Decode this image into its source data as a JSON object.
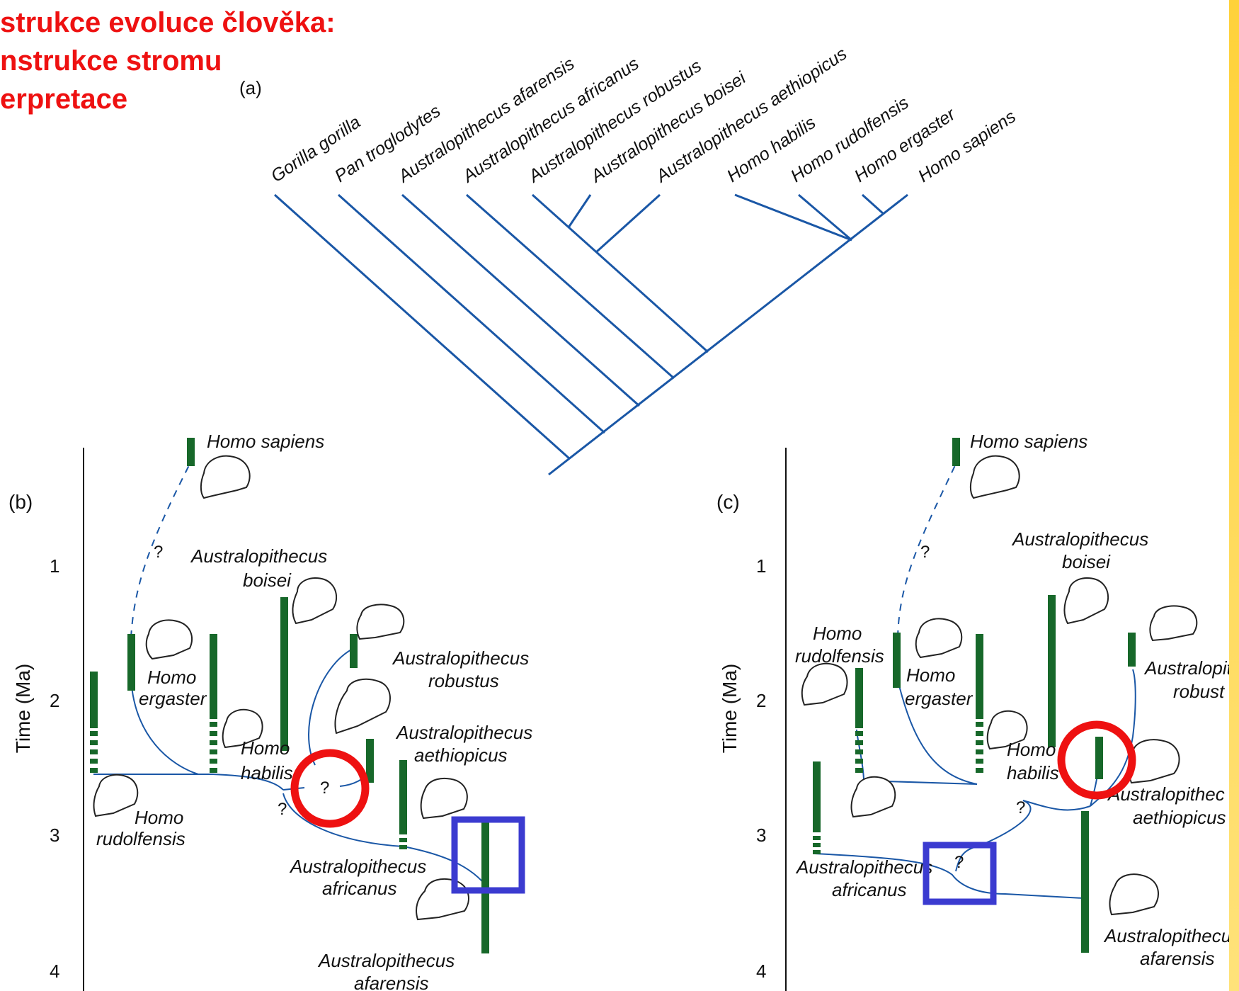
{
  "slide": {
    "title_lines": [
      "strukce evoluce člověka:",
      "nstrukce stromu",
      "erpretace"
    ],
    "colors": {
      "title": "#ee1111",
      "tree": "#1a57a6",
      "lineage": "#17682a",
      "highlight_circle": "#ee1111",
      "highlight_box": "#3b3bd0"
    }
  },
  "panel_a": {
    "label": "(a)",
    "taxa": [
      "Gorilla gorilla",
      "Pan troglodytes",
      "Australopithecus afarensis",
      "Australopithecus africanus",
      "Australopithecus robustus",
      "Australopithecus boisei",
      "Australopithecus aethiopicus",
      "Homo habilis",
      "Homo rudolfensis",
      "Homo ergaster",
      "Homo sapiens"
    ]
  },
  "panel_b": {
    "label": "(b)",
    "y_axis_label": "Time (Ma)",
    "ticks": [
      "1",
      "2",
      "3",
      "4"
    ],
    "species": {
      "homo_sapiens": "Homo sapiens",
      "boisei_1": "Australopithecus",
      "boisei_2": "boisei",
      "robustus_1": "Australopithecus",
      "robustus_2": "robustus",
      "aethiopicus_1": "Australopithecus",
      "aethiopicus_2": "aethiopicus",
      "ergaster_1": "Homo",
      "ergaster_2": "ergaster",
      "habilis_1": "Homo",
      "habilis_2": "habilis",
      "rudolfensis_1": "Homo",
      "rudolfensis_2": "rudolfensis",
      "africanus_1": "Australopithecus",
      "africanus_2": "africanus",
      "afarensis_1": "Australopithecus",
      "afarensis_2": "afarensis"
    },
    "question_marks": [
      "?",
      "?",
      "?"
    ]
  },
  "panel_c": {
    "label": "(c)",
    "y_axis_label": "Time (Ma)",
    "ticks": [
      "1",
      "2",
      "3",
      "4"
    ],
    "species": {
      "homo_sapiens": "Homo sapiens",
      "boisei_1": "Australopithecus",
      "boisei_2": "boisei",
      "robustus_1": "Australopit",
      "robustus_2": "robust",
      "aethiopicus_1": "Australopithec",
      "aethiopicus_2": "aethiopicus",
      "rudolfensis_1": "Homo",
      "rudolfensis_2": "rudolfensis",
      "ergaster_1": "Homo",
      "ergaster_2": "ergaster",
      "habilis_1": "Homo",
      "habilis_2": "habilis",
      "africanus_1": "Australopithecus",
      "africanus_2": "africanus",
      "afarensis_1": "Australopithecu",
      "afarensis_2": "afarensis"
    },
    "question_marks": [
      "?",
      "?",
      "?"
    ]
  }
}
